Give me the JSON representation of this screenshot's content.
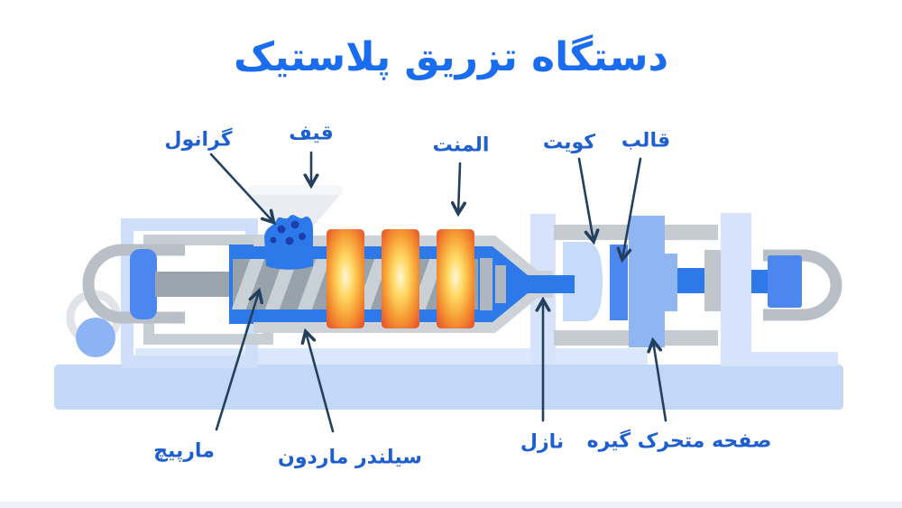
{
  "title": "دستگاه تزریق پلاستیک",
  "labels": {
    "granule": "گرانول",
    "hopper": "قیف",
    "heater_element": "المنت",
    "cavity": "کویت",
    "mold": "قالب",
    "screw": "مارپیچ",
    "screw_cylinder": "سیلندر ماردون",
    "nozzle": "نازل",
    "moving_clamp_plate": "صفحه متحرک گیره"
  },
  "colors": {
    "title": "#1a6cf0",
    "label": "#1e5fd0",
    "leader": "#24405f",
    "accent_blue": "#2e79e9",
    "mid_blue": "#4c87ef",
    "light_blue_plate": "#d6e3fb",
    "pale_blue_base": "#c3d7f7",
    "pale_blue_leg": "#dbe7fc",
    "movable_platen": "#8fb5f3",
    "granule_dot": "#1d3fae",
    "metal_gray": "#b8bfc6",
    "heater_center": "#fff7d8",
    "heater_edge": "#e8542a"
  }
}
